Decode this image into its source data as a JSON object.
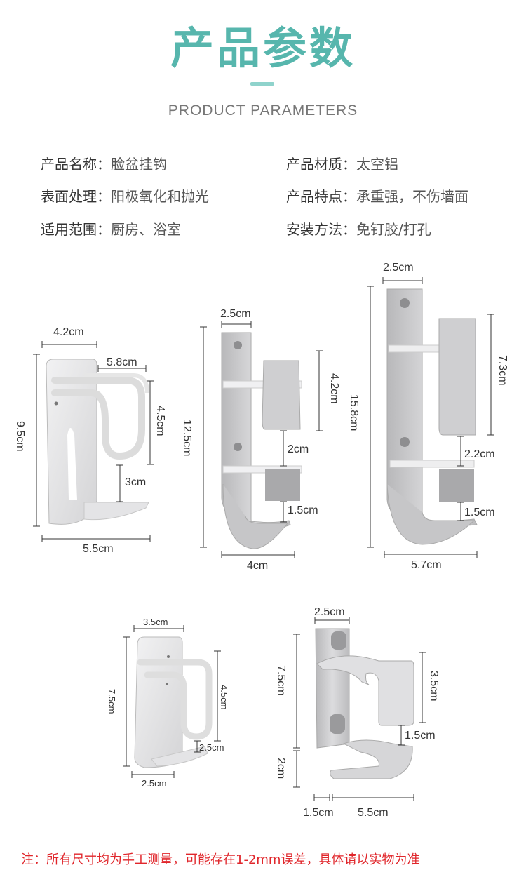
{
  "header": {
    "title": "产品参数",
    "subtitle": "PRODUCT PARAMETERS"
  },
  "params": {
    "name": {
      "label": "产品名称：",
      "value": "脸盆挂钩"
    },
    "material": {
      "label": "产品材质：",
      "value": "太空铝"
    },
    "surface": {
      "label": "表面处理：",
      "value": "阳极氧化和抛光"
    },
    "feature": {
      "label": "产品特点：",
      "value": "承重强，不伤墙面"
    },
    "scope": {
      "label": "适用范围：",
      "value": "厨房、浴室"
    },
    "install": {
      "label": "安装方法：",
      "value": "免钉胶/打孔"
    }
  },
  "products": {
    "p1": {
      "top": "4.2cm",
      "inner": "5.8cm",
      "side": "9.5cm",
      "loop": "4.5cm",
      "gap": "3cm",
      "bottom": "5.5cm"
    },
    "p2": {
      "top": "2.5cm",
      "upper": "4.2cm",
      "side": "12.5cm",
      "gap": "2cm",
      "lower": "1.5cm",
      "bottom": "4cm"
    },
    "p3": {
      "top": "2.5cm",
      "upper": "7.3cm",
      "side": "15.8cm",
      "gap": "2.2cm",
      "lower": "1.5cm",
      "bottom": "5.7cm"
    },
    "p4": {
      "top": "3.5cm",
      "side": "7.5cm",
      "loop": "4.5cm",
      "gap": "2.5cm",
      "bottom": "2.5cm"
    },
    "p5": {
      "top": "2.5cm",
      "side": "7.5cm",
      "upper": "3.5cm",
      "lower": "1.5cm",
      "base": "2cm",
      "bottom_left": "1.5cm",
      "bottom_right": "5.5cm"
    }
  },
  "note": "注：所有尺寸均为手工测量，可能存在1-2mm误差，具体请以实物为准",
  "colors": {
    "accent": "#57b6ad",
    "note": "#e0262b",
    "metal": "#c9c9cb"
  }
}
